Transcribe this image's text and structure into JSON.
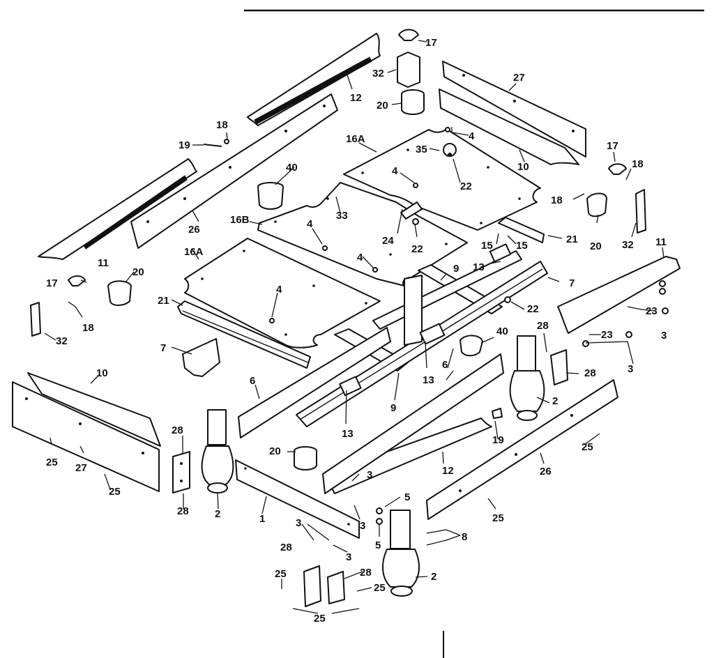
{
  "labels": {
    "l1": "1",
    "l2": "2",
    "l3": "3",
    "l4": "4",
    "l5": "5",
    "l6": "6",
    "l7": "7",
    "l8": "8",
    "l9": "9",
    "l10": "10",
    "l11": "11",
    "l12": "12",
    "l13": "13",
    "l15": "15",
    "l16a": "16A",
    "l16b": "16B",
    "l17": "17",
    "l18": "18",
    "l19": "19",
    "l20": "20",
    "l21": "21",
    "l22": "22",
    "l23": "23",
    "l24": "24",
    "l25": "25",
    "l26": "26",
    "l27": "27",
    "l28": "28",
    "l32": "32",
    "l33": "33",
    "l35": "35",
    "l40": "40"
  }
}
